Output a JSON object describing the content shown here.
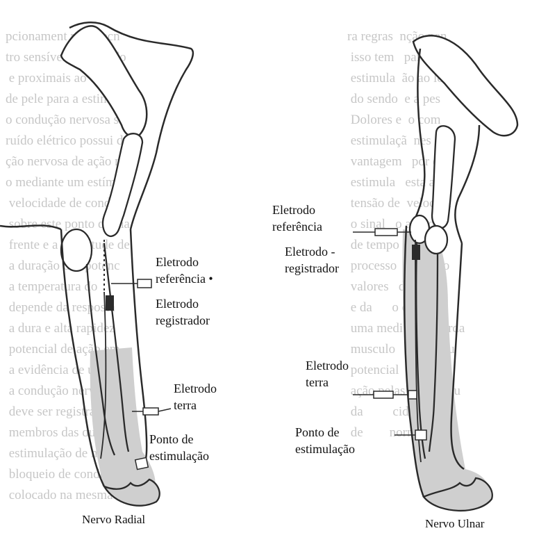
{
  "left_panel": {
    "labels": {
      "ref_line1": "Eletrodo",
      "ref_line2": "referência •",
      "rec_line1": "Eletrodo",
      "rec_line2": "registrador",
      "ground_line1": "Eletrodo",
      "ground_line2": "terra",
      "stim_line1": "Ponto de",
      "stim_line2": "estimulação"
    },
    "caption": "Nervo Radial"
  },
  "right_panel": {
    "labels": {
      "ref_line1": "Eletrodo",
      "ref_line2": "referência",
      "rec_line1": "Eletrodo -",
      "rec_line2": "registrador",
      "ground_line1": "Eletrodo",
      "ground_line2": "terra",
      "stim_line1": "Ponto de",
      "stim_line2": "estimulação"
    },
    "caption": "Nervo Ulnar"
  },
  "colors": {
    "limb_fill": "#cfcfcf",
    "outline": "#2a2a2a",
    "electrode_recording": "#2b2b2b",
    "background_text": "#7a7a7a"
  }
}
